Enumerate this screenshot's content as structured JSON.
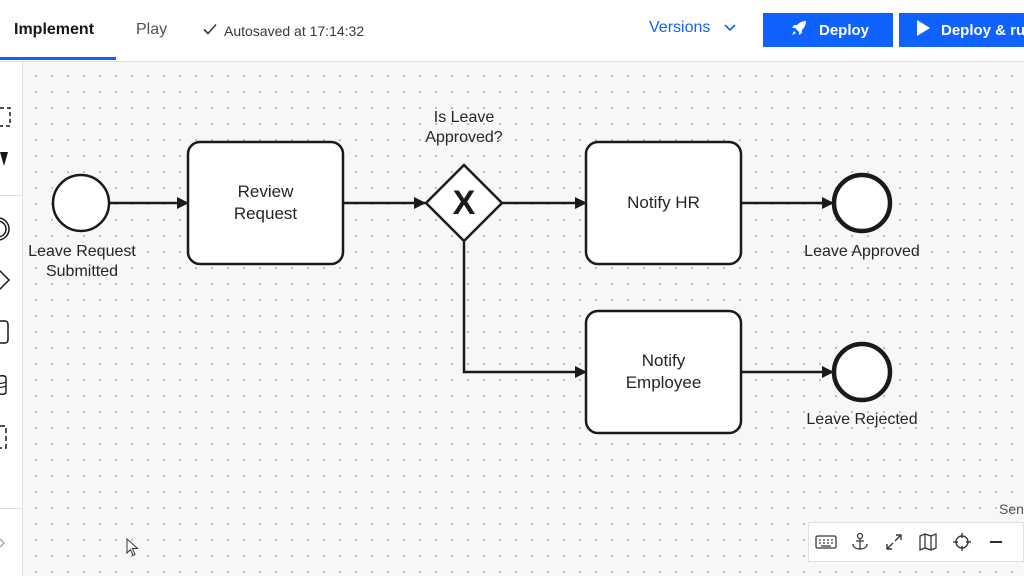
{
  "header": {
    "tabs": [
      {
        "label": "Implement",
        "active": true
      },
      {
        "label": "Play",
        "active": false
      }
    ],
    "autosave_text": "Autosaved at 17:14:32",
    "versions_label": "Versions",
    "deploy_label": "Deploy",
    "deploy_run_label": "Deploy & ru"
  },
  "diagram": {
    "start_event_label_line1": "Leave Request",
    "start_event_label_line2": "Submitted",
    "review_task_line1": "Review",
    "review_task_line2": "Request",
    "gateway_label_line1": "Is Leave",
    "gateway_label_line2": "Approved?",
    "gateway_symbol": "X",
    "notify_hr_task": "Notify HR",
    "notify_employee_line1": "Notify",
    "notify_employee_line2": "Employee",
    "end_approved_label": "Leave Approved",
    "end_rejected_label": "Leave Rejected"
  },
  "canvas_toolbar": {
    "icons": [
      "keyboard-icon",
      "anchor-icon",
      "fullscreen-icon",
      "map-icon",
      "crosshair-icon",
      "zoom-out-icon"
    ],
    "side_text": "Sen"
  },
  "colors": {
    "accent": "#0f62fe",
    "stroke": "#1a1a1a",
    "canvas": "#f7f7f7"
  }
}
